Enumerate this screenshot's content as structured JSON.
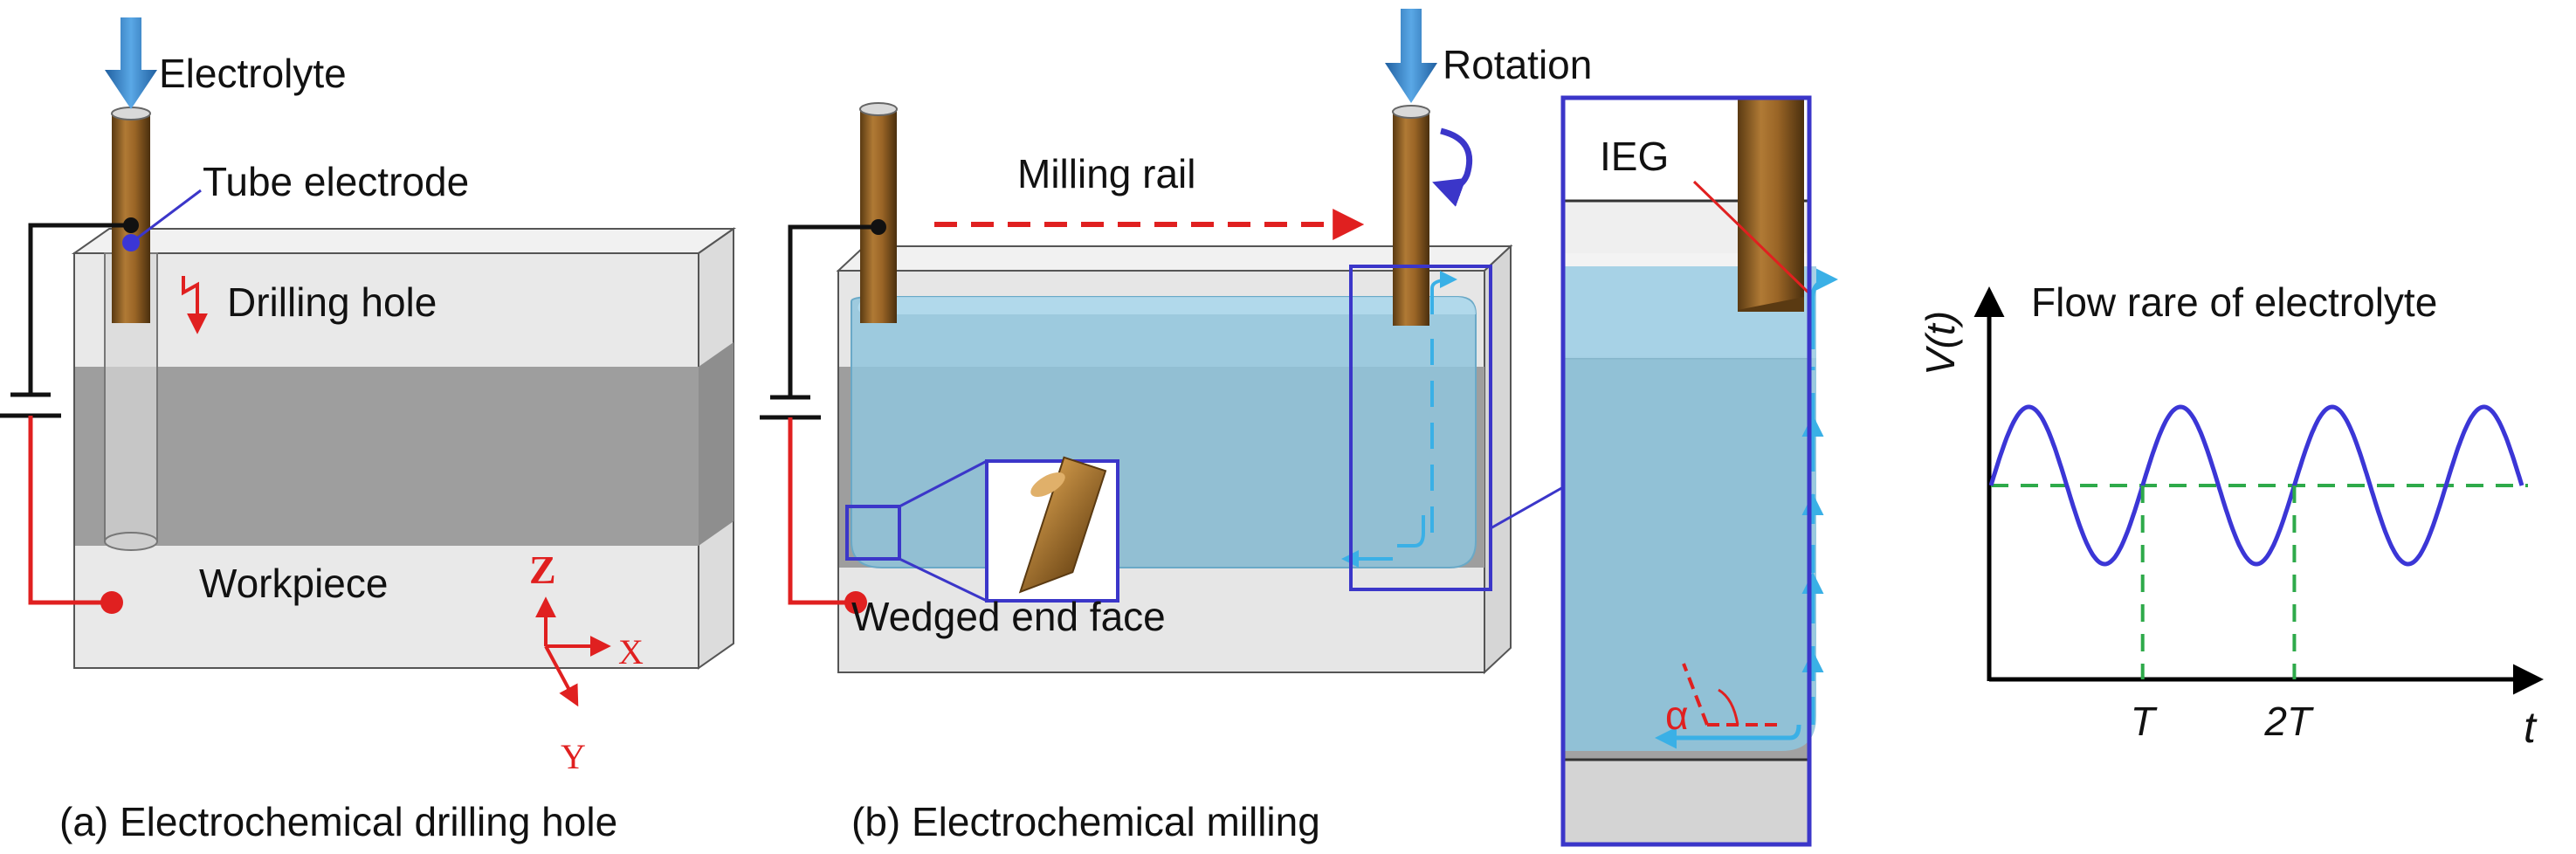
{
  "panel_a": {
    "electrolyte_label": "Electrolyte",
    "tube_electrode_label": "Tube electrode",
    "drilling_hole_label": "Drilling hole",
    "workpiece_label": "Workpiece",
    "axis_z": "Z",
    "axis_x": "X",
    "axis_y": "Y",
    "caption": "(a) Electrochemical drilling hole"
  },
  "panel_b": {
    "rotation_label": "Rotation",
    "milling_rail_label": "Milling rail",
    "wedged_end_face_label": "Wedged end face",
    "caption": "(b) Electrochemical milling"
  },
  "inset": {
    "ieg_label": "IEG",
    "alpha_label": "α"
  },
  "chart": {
    "title": "Flow rare of electrolyte",
    "ylabel": "V(t)",
    "xlabel": "t",
    "tick_labels": [
      "T",
      "2T"
    ]
  },
  "colors": {
    "electrode_brown": "#8a5a1e",
    "electrolyte_blue": "#8fc4dc",
    "frame_blue": "#3b36c9",
    "wave_blue": "#3b36d6",
    "baseline_green": "#2eaa4a",
    "annotation_red": "#e02020",
    "arrow_blue": "#2f7fc1",
    "flow_cyan": "#3ab0e6"
  },
  "chart_data": {
    "type": "line",
    "title": "Flow rare of electrolyte",
    "xlabel": "t",
    "ylabel": "V(t)",
    "x_ticks": [
      "T",
      "2T"
    ],
    "period": "T",
    "series": [
      {
        "type": "sine",
        "mean": 0,
        "amplitude": 1,
        "cycles": 3.5,
        "phase": "starts at mean, rising"
      }
    ],
    "reference_lines": [
      {
        "orientation": "horizontal",
        "value": 0,
        "style": "dashed"
      },
      {
        "orientation": "vertical",
        "at": "T",
        "style": "dashed"
      },
      {
        "orientation": "vertical",
        "at": "2T",
        "style": "dashed"
      }
    ],
    "grid": false
  }
}
